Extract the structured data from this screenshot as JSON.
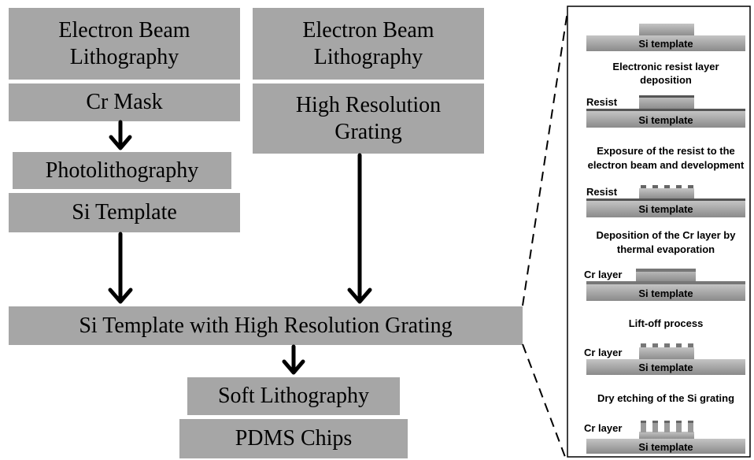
{
  "flow": {
    "ebl_left": "Electron Beam\nLithography",
    "cr_mask": "Cr Mask",
    "photolithography": "Photolithography",
    "si_template": "Si Template",
    "ebl_right": "Electron Beam\nLithography",
    "high_res_grating": "High Resolution\nGrating",
    "si_template_grating": "Si Template with High Resolution Grating",
    "soft_lithography": "Soft Lithography",
    "pdms_chips": "PDMS Chips"
  },
  "process": {
    "step1_label": "Si template",
    "step2_caption_line1": "Electronic resist layer",
    "step2_caption_line2": "deposition",
    "step2_side": "Resist",
    "step2_label": "Si template",
    "step3_caption_line1": "Exposure of the resist to the",
    "step3_caption_line2": "electron beam and development",
    "step3_side": "Resist",
    "step3_label": "Si template",
    "step4_caption_line1": "Deposition of the Cr layer by",
    "step4_caption_line2": "thermal evaporation",
    "step4_side": "Cr layer",
    "step4_label": "Si template",
    "step5_caption": "Lift-off process",
    "step5_side": "Cr layer",
    "step5_label": "Si template",
    "step6_caption": "Dry etching of the Si grating",
    "step6_side": "Cr layer",
    "step6_label": "Si template"
  }
}
